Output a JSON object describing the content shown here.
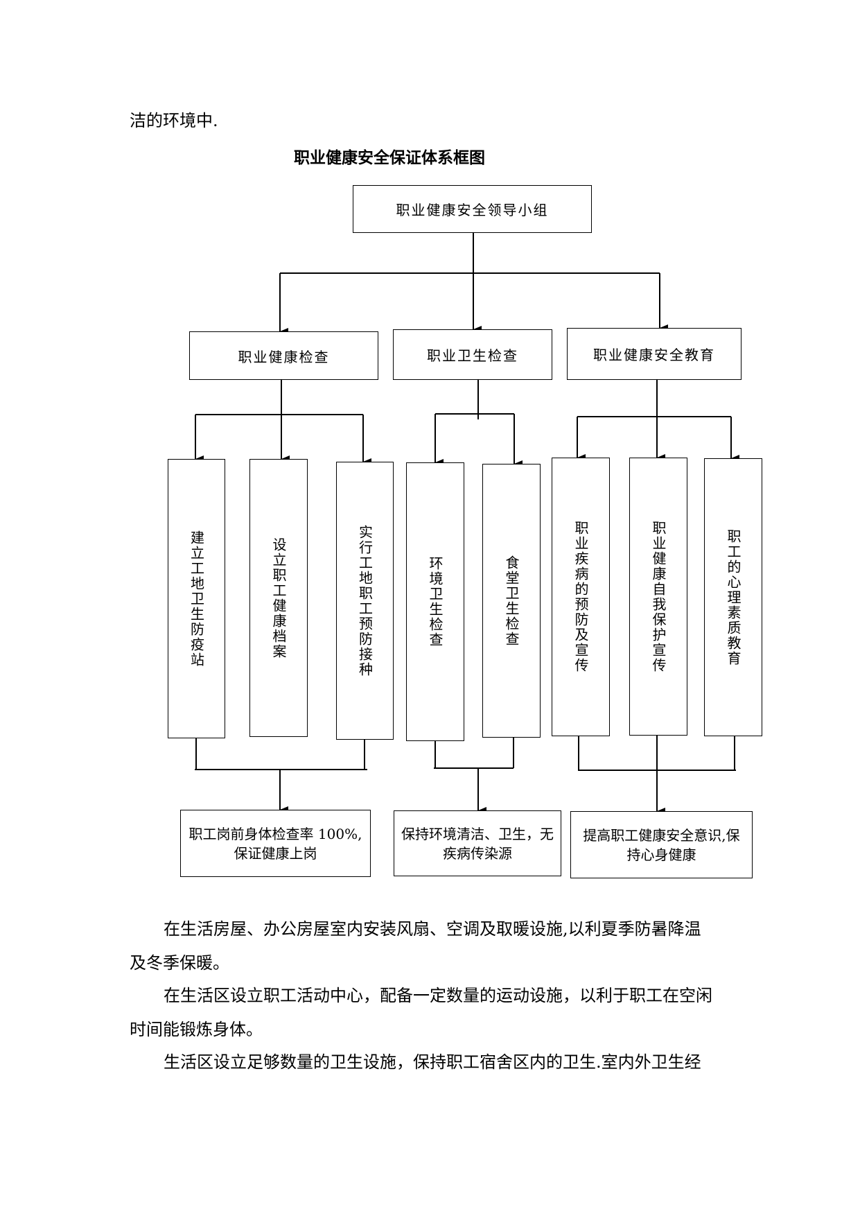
{
  "top_text": "洁的环境中.",
  "diagram": {
    "title": "职业健康安全保证体系框图",
    "root": "职业健康安全领导小组",
    "branches": [
      {
        "label": "职业健康检查",
        "items": [
          "建立工地卫生防疫站",
          "设立职工健康档案",
          "实行工地职工预防接种"
        ],
        "result_lines": [
          "职工岗前身体检查率 100%,",
          "保证健康上岗"
        ]
      },
      {
        "label": "职业卫生检查",
        "items": [
          "环境卫生检查",
          "食堂卫生检查"
        ],
        "result_lines": [
          "保持环境清洁、卫生，无",
          "疾病传染源"
        ]
      },
      {
        "label": "职业健康安全教育",
        "items": [
          "职业疾病的预防及宣传",
          "职业健康自我保护宣传",
          "职工的心理素质教育"
        ],
        "result_lines": [
          "提高职工健康安全意识,保",
          "持心身健康"
        ]
      }
    ]
  },
  "paragraphs": [
    "在生活房屋、办公房屋室内安装风扇、空调及取暖设施,以利夏季防暑降温",
    "及冬季保暖。",
    "在生活区设立职工活动中心，配备一定数量的运动设施，以利于职工在空闲",
    "时间能锻炼身体。",
    "生活区设立足够数量的卫生设施，保持职工宿舍区内的卫生.室内外卫生经"
  ]
}
